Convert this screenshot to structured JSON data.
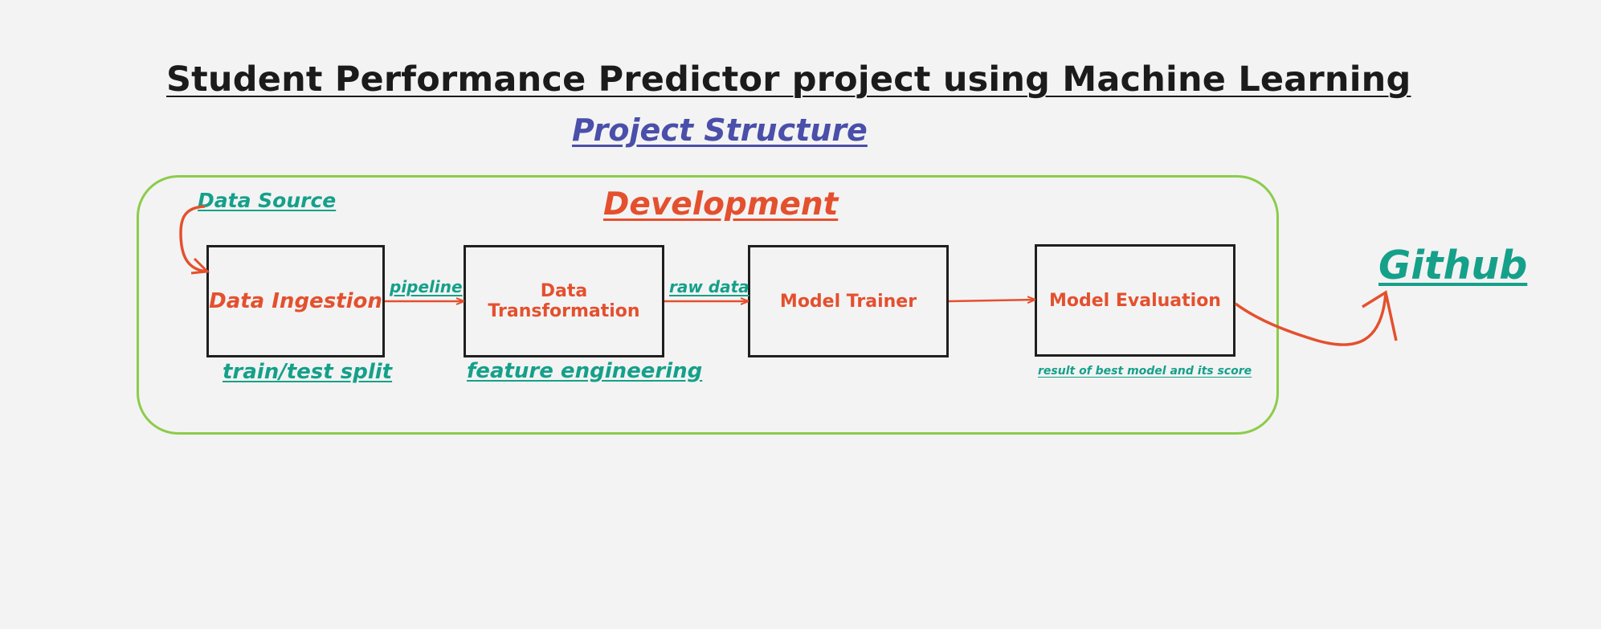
{
  "title": "Student Performance Predictor project using Machine Learning",
  "subtitle": "Project Structure",
  "development": {
    "label": "Development ",
    "data_source": "Data Source",
    "stages": [
      {
        "name": "Data Ingestion",
        "note": "train/test split"
      },
      {
        "name": "Data Transformation",
        "note": "feature engineering"
      },
      {
        "name": "Model Trainer",
        "note": ""
      },
      {
        "name": "Model Evaluation",
        "note": "result of best model and its score"
      }
    ],
    "edge_labels": [
      "pipeline",
      "raw data"
    ]
  },
  "github": "Github",
  "colors": {
    "background": "#f3f3f3",
    "title": "#1b1b1b",
    "subtitle": "#4a4faa",
    "accent_orange": "#e4502e",
    "accent_teal": "#15a08a",
    "frame_green": "#8ccc4a",
    "box_border": "#1f1f1f"
  }
}
